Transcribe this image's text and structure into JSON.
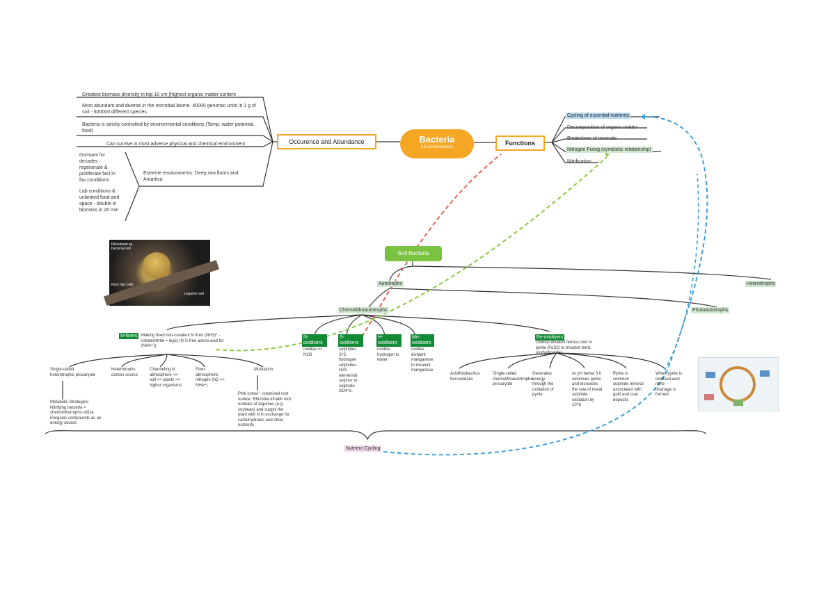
{
  "hub": {
    "title": "Bacteria",
    "subtitle": "0.5-5micrometers"
  },
  "occurrence": {
    "label": "Occurence and Abundance",
    "items": [
      "Greatest biomass diversity in top 10 cm (highest organic matter content",
      "Most abundant and diverse in the microbial biome. 40000 genomic units in 1 g of soil - 600000 different species.",
      "Bacteria is strictly controlled by environmental conditions (Temp, water potential, food)",
      "Can survive in most adverse physical and chemical environment",
      "Extreme environments: Deep sea floors and Antartica"
    ],
    "survival": [
      "Dormant for decades - regenerate & proliferate fast in fav conditions",
      "Lab conditions & unlimited food and space - double in biomass in 20 min"
    ]
  },
  "functions": {
    "label": "Functions",
    "items": [
      "Cycling of essential nutrients",
      "Decomposition of organic matter",
      "Breakdown of minerals",
      "Nitrogen Fixing (symbiotic relationship)",
      "Nitrification"
    ]
  },
  "photo": {
    "captions": [
      "Rhizobium sp. bacterial cell",
      "Root hair cells",
      "Legume root"
    ]
  },
  "soil": {
    "label": "Soil Bacteria",
    "autotrophs": "Autotrophs",
    "heterotrophs": "Heterotrophs",
    "chemo": "Chemolithoautotrophs",
    "photo": "Photoautotrophs"
  },
  "nfixers": {
    "tag": "N-fixers",
    "text": "Making fixed non-covalent N from (NH3)* - nitrate/nitrite = legs) (N-S-free amino acid for (NH4+))",
    "items": [
      "Single-celled heterotrophic procaryote",
      "Heterotrophs carbon source",
      "Channeling N atmosphere => soil => plants => higher organisms",
      "Fixes atmospheric nitrogen (N2 => NH4+)",
      "Mutualism"
    ],
    "metabolic": "Metabolic Strategies: Nitrifying bacteria = chemolithotrophs utilize inorganic compounds as an energy source",
    "mutualism_detail": "Pink colour - colonised root nodule. Rhizobia inhabit root nodules of legumes (e.g. soybean) and supply the plant with N in exchange for carbohydrates and other nutrients"
  },
  "oxidizers": [
    {
      "tag": "N-oxidisers",
      "text": "oxidise => NO3"
    },
    {
      "tag": "S-oxidisers",
      "text": "sulphides S^2- hydrogen sulphides H2S elemental sulphur to sulphate SO4^2-"
    },
    {
      "tag": "H-oxidisers",
      "text": "oxidise hydrogen to water"
    },
    {
      "tag": "Mn-oxidisers",
      "text": "oxidise divalent manganese to trivalent manganese"
    }
  ],
  "feox": {
    "tag": "Fe-oxidisers",
    "text": "Oxidise divalent ferrous iron in pyrite (FeS2) to trivalent ferric oxyhydroxides",
    "items": [
      "Acidithiobacillus ferrooxidans",
      "Single-celled chemolithoautotrophic procaryote",
      "Generates energy through the oxidation of pyrite",
      "At pH below 3 it colonises pyrite and increases the rate of metal sulphide oxidation by 10^6",
      "Pyrite is common sulphide mineral associated with gold and coal deposits",
      "When pyrite is oxidised acid mine drainage is formed"
    ]
  },
  "nutrient": "Nutrient Cycling"
}
